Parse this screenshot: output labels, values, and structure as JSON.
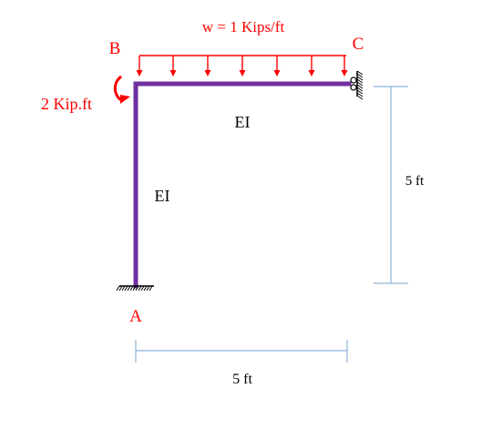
{
  "labels": {
    "load": "w = 1 Kips/ft",
    "node_a": "A",
    "node_b": "B",
    "node_c": "C",
    "moment": "2 Kip.ft",
    "beam_stiffness": "EI",
    "column_stiffness": "EI",
    "height_dim": "5 ft",
    "span_dim": "5 ft"
  },
  "colors": {
    "member": "#7030a0",
    "load": "#ff0000",
    "dimension": "#8eb4d6",
    "support": "#000000",
    "text": "#000000"
  }
}
